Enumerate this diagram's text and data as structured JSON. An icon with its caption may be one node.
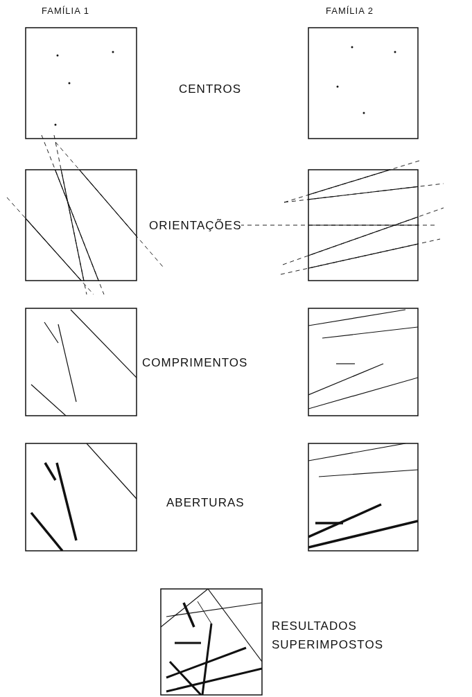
{
  "diagram": {
    "labels": [
      "FAMÍLIA 1",
      "FAMÍLIA 2",
      "CENTROS",
      "ORIENTAÇÕES",
      "COMPRIMENTOS",
      "ABERTURAS",
      "RESULTADOS SUPERIMPOSTOS"
    ]
  }
}
